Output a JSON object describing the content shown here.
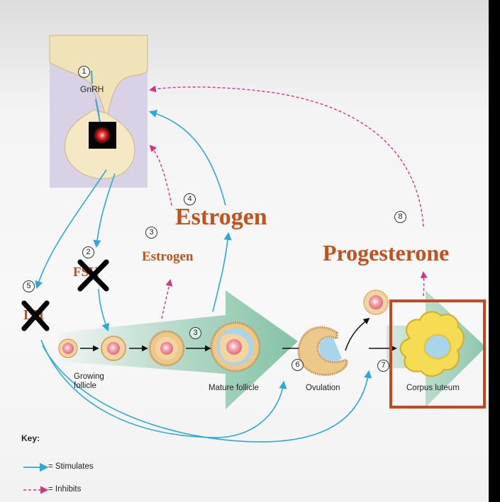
{
  "hormones": {
    "gnrh": "GnRH",
    "fsh": "FSH",
    "lh": "LH",
    "estrogen_small": "Estrogen",
    "estrogen_large": "Estrogen",
    "progesterone": "Progesterone"
  },
  "steps": [
    "1",
    "2",
    "3",
    "3",
    "4",
    "5",
    "6",
    "7",
    "8"
  ],
  "stages": {
    "growing_follicle": "Growing\nfollicle",
    "mature_follicle": "Mature follicle",
    "ovulation": "Ovulation",
    "corpus_luteum": "Corpus luteum"
  },
  "key": {
    "title": "Key:",
    "stimulates": "= Stimulates",
    "inhibits": "= Inhibits"
  },
  "colors": {
    "stimulate": "#2fa8d8",
    "inhibit": "#d6337a",
    "hormone_text": "#c4501c",
    "highlight_box": "#c8461e",
    "arrow_fill": "#8fc9b0"
  },
  "icons": {
    "cross_mark": "x-icon",
    "target": "target-icon"
  }
}
